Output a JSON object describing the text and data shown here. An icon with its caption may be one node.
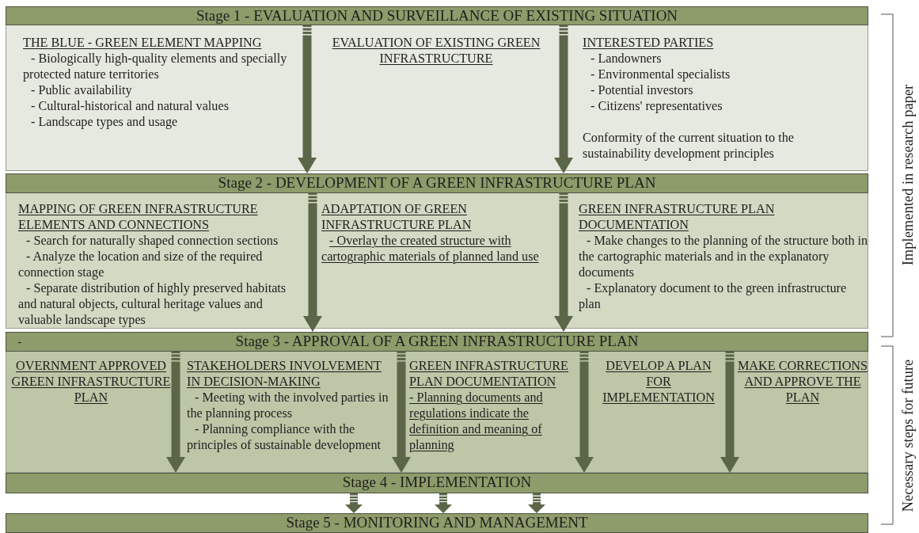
{
  "diagram": {
    "nodes": [
      {
        "text": [
          "Stage 1 - EVALUATION AND SURVEILLANCE OF EXISTING SITUATION"
        ]
      },
      {
        "text": [
          "THE BLUE - GREEN ELEMENT MAPPING",
          "- Biologically high-quality elements and specially protected nature territories",
          "- Public availability",
          "- Cultural-historical and natural values",
          "- Landscape types and usage",
          "EVALUATION OF EXISTING GREEN INFRASTRUCTURE",
          "INTERESTED PARTIES",
          "- Landowners",
          "- Environmental specialists",
          "- Potential investors",
          "- Citizens' representatives",
          "Conformity of the current situation to the sustainability development principles"
        ]
      },
      {
        "text": [
          "Stage 2 - DEVELOPMENT OF A GREEN INFRASTRUCTURE PLAN"
        ]
      },
      {
        "text": [
          "MAPPING OF GREEN INFRASTRUCTURE ELEMENTS AND CONNECTIONS",
          "- Search for naturally shaped connection sections",
          "- Analyze the location and size of the required connection stage",
          "- Separate distribution of highly preserved habitats and natural objects, cultural heritage values and valuable landscape types",
          "ADAPTATION OF GREEN INFRASTRUCTURE PLAN",
          "- Overlay the created structure with cartographic materials of planned land use",
          "GREEN INFRASTRUCTURE PLAN DOCUMENTATION",
          "- Make changes to the planning of the structure both in the cartographic materials and in the explanatory documents",
          "- Explanatory document to the green infrastructure plan"
        ]
      },
      {
        "text": [
          "Stage 3 - APPROVAL OF A GREEN INFRASTRUCTURE PLAN"
        ]
      },
      {
        "text": [
          "OVERNMENT APPROVED GREEN INFRASTRUCTURE PLAN",
          "STAKEHOLDERS INVOLVEMENT IN DECISION-MAKING",
          "- Meeting with the involved parties in the planning process",
          "- Planning compliance with the principles of sustainable development",
          "GREEN INFRASTRUCTURE PLAN DOCUMENTATION",
          "- Planning documents and regulations indicate the definition and meaning of planning",
          "DEVELOP A PLAN FOR IMPLEMENTATION",
          "MAKE CORRECTIONS AND APPROVE THE PLAN"
        ]
      },
      {
        "text": [
          "Stage 4 - IMPLEMENTATION"
        ]
      },
      {
        "text": [
          "Stage 5 - MONITORING AND MANAGEMENT"
        ]
      }
    ],
    "edges": [
      {
        "from": 1,
        "to": 2,
        "arrow": "to"
      },
      {
        "from": 1,
        "to": 2,
        "arrow": "to"
      },
      {
        "from": 3,
        "to": 4,
        "arrow": "to"
      },
      {
        "from": 3,
        "to": 4,
        "arrow": "to"
      },
      {
        "from": 5,
        "to": 6,
        "arrow": "to"
      },
      {
        "from": 5,
        "to": 6,
        "arrow": "to"
      },
      {
        "from": 5,
        "to": 6,
        "arrow": "to"
      },
      {
        "from": 5,
        "to": 6,
        "arrow": "to"
      },
      {
        "from": 6,
        "to": 7,
        "arrow": "to"
      },
      {
        "from": 6,
        "to": 7,
        "arrow": "to"
      },
      {
        "from": 6,
        "to": 7,
        "arrow": "to"
      }
    ],
    "labels": [
      "-",
      "Implemented in research paper",
      "Necessary steps for future"
    ]
  }
}
